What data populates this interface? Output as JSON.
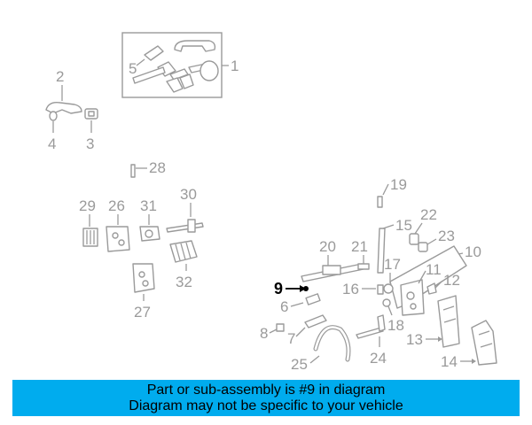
{
  "diagram": {
    "callouts": [
      {
        "id": "1",
        "label": "1"
      },
      {
        "id": "2",
        "label": "2"
      },
      {
        "id": "3",
        "label": "3"
      },
      {
        "id": "4",
        "label": "4"
      },
      {
        "id": "5",
        "label": "5"
      },
      {
        "id": "6",
        "label": "6"
      },
      {
        "id": "7",
        "label": "7"
      },
      {
        "id": "8",
        "label": "8"
      },
      {
        "id": "9",
        "label": "9"
      },
      {
        "id": "10",
        "label": "10"
      },
      {
        "id": "11",
        "label": "11"
      },
      {
        "id": "12",
        "label": "12"
      },
      {
        "id": "13",
        "label": "13"
      },
      {
        "id": "14",
        "label": "14"
      },
      {
        "id": "15",
        "label": "15"
      },
      {
        "id": "16",
        "label": "16"
      },
      {
        "id": "17",
        "label": "17"
      },
      {
        "id": "18",
        "label": "18"
      },
      {
        "id": "19",
        "label": "19"
      },
      {
        "id": "20",
        "label": "20"
      },
      {
        "id": "21",
        "label": "21"
      },
      {
        "id": "22",
        "label": "22"
      },
      {
        "id": "23",
        "label": "23"
      },
      {
        "id": "24",
        "label": "24"
      },
      {
        "id": "25",
        "label": "25"
      },
      {
        "id": "26",
        "label": "26"
      },
      {
        "id": "27",
        "label": "27"
      },
      {
        "id": "28",
        "label": "28"
      },
      {
        "id": "29",
        "label": "29"
      },
      {
        "id": "30",
        "label": "30"
      },
      {
        "id": "31",
        "label": "31"
      },
      {
        "id": "32",
        "label": "32"
      }
    ],
    "highlighted_part": "9",
    "colors": {
      "line": "#9a9a9a",
      "highlight": "#000000"
    }
  },
  "caption": {
    "line1": "Part or sub-assembly is #9 in diagram",
    "line2": "Diagram may not be specific to your vehicle",
    "background": "#00acee"
  }
}
